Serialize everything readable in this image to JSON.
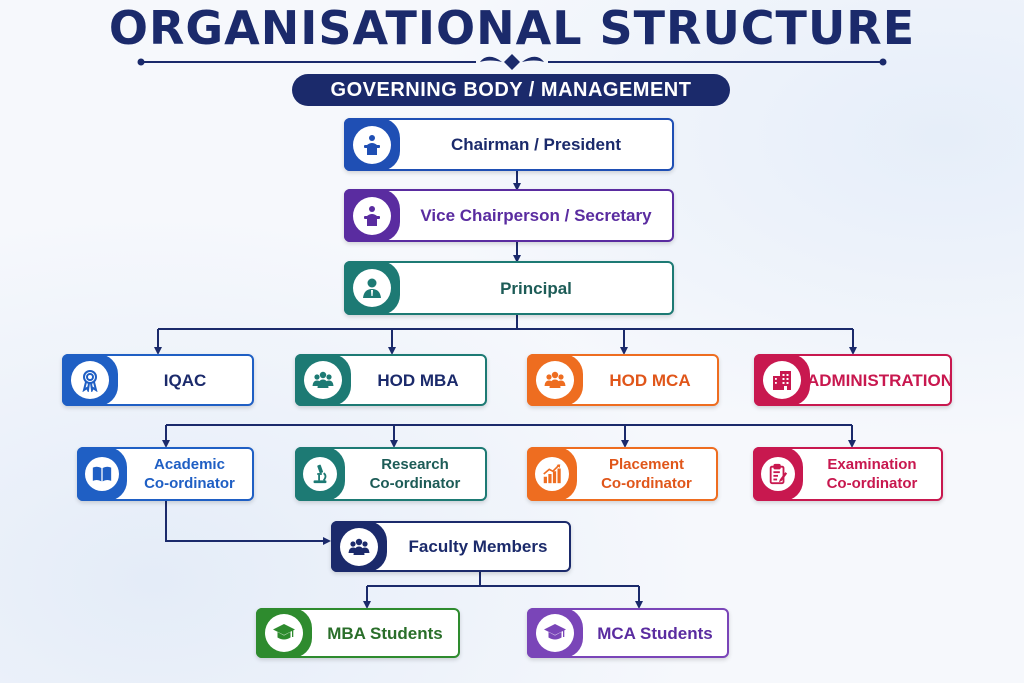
{
  "title": "ORGANISATIONAL STRUCTURE",
  "banner": "GOVERNING BODY / MANAGEMENT",
  "colors": {
    "navy": "#1b2a6b",
    "blue": "#1f5fc4",
    "purple": "#5a2ca0",
    "teal": "#1d7a74",
    "orange": "#ee6d20",
    "crimson": "#c8184f",
    "green": "#2e8b2e",
    "violet": "#7a45b8"
  },
  "nodes": {
    "chairman": {
      "label": "Chairman / President",
      "icon": "podium-speaker-icon",
      "color": "#1f4fb4"
    },
    "vice": {
      "label": "Vice Chairperson / Secretary",
      "icon": "podium-speaker-icon",
      "color": "#5a2ca0"
    },
    "principal": {
      "label": "Principal",
      "icon": "person-icon",
      "color": "#1d7a74"
    },
    "iqac": {
      "label": "IQAC",
      "icon": "award-badge-icon",
      "color": "#1f5fc4"
    },
    "hod_mba": {
      "label": "HOD MBA",
      "icon": "group-icon",
      "color": "#1d7a74"
    },
    "hod_mca": {
      "label": "HOD MCA",
      "icon": "group-icon",
      "color": "#ee6d20"
    },
    "admin": {
      "label": "ADMINISTRATION",
      "icon": "building-icon",
      "color": "#c8184f"
    },
    "academic": {
      "label": "Academic\nCo-ordinator",
      "icon": "book-icon",
      "color": "#1f5fc4"
    },
    "research": {
      "label": "Research\nCo-ordinator",
      "icon": "microscope-icon",
      "color": "#1d7a74"
    },
    "placement": {
      "label": "Placement\nCo-ordinator",
      "icon": "bar-chart-icon",
      "color": "#ee6d20"
    },
    "exam": {
      "label": "Examination\nCo-ordinator",
      "icon": "clipboard-icon",
      "color": "#c8184f"
    },
    "faculty": {
      "label": "Faculty Members",
      "icon": "group-icon",
      "color": "#1b2a6b"
    },
    "mba_students": {
      "label": "MBA Students",
      "icon": "graduation-cap-icon",
      "color": "#2e8b2e"
    },
    "mca_students": {
      "label": "MCA Students",
      "icon": "graduation-cap-icon",
      "color": "#7a45b8"
    }
  }
}
